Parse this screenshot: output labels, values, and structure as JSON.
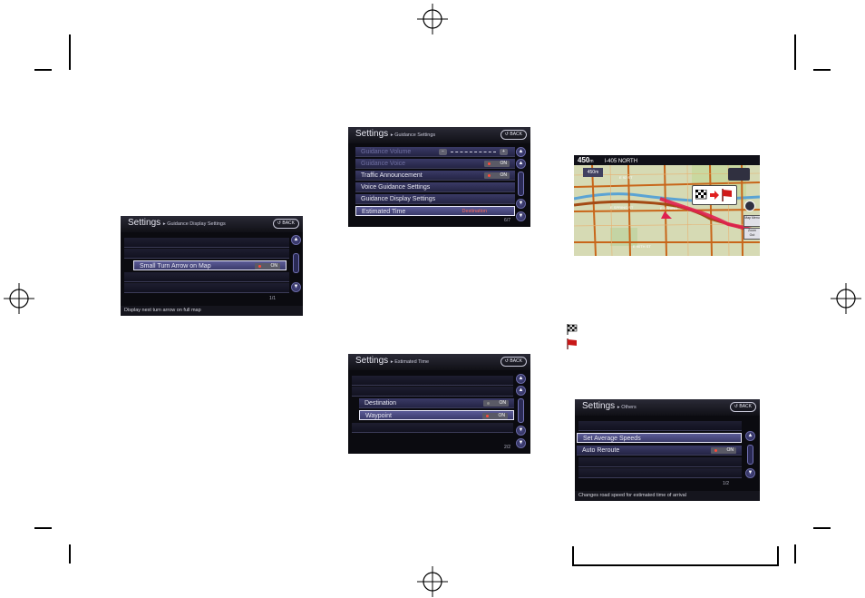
{
  "screen1": {
    "title": "Settings",
    "subtitle": "Guidance Display Settings",
    "back_label": "BACK",
    "items": [
      {
        "label": "Small Turn Arrow on Map",
        "state": "ON"
      }
    ],
    "page": "1/1",
    "footer": "Display next turn arrow on full map"
  },
  "screen2": {
    "title": "Settings",
    "subtitle": "Guidance Settings",
    "back_label": "BACK",
    "items": [
      {
        "label": "Guidance Volume",
        "state": ""
      },
      {
        "label": "Guidance Voice",
        "state": "ON"
      },
      {
        "label": "Traffic Announcement",
        "state": "ON"
      },
      {
        "label": "Voice Guidance Settings",
        "state": ""
      },
      {
        "label": "Guidance Display Settings",
        "state": ""
      },
      {
        "label": "Estimated Time",
        "state": "Destination"
      }
    ],
    "page": "6/7"
  },
  "screen3": {
    "title": "Settings",
    "subtitle": "Estimated Time",
    "back_label": "BACK",
    "items": [
      {
        "label": "Destination",
        "state": "ON"
      },
      {
        "label": "Waypoint",
        "state": "ON"
      }
    ],
    "page": "2/2"
  },
  "map": {
    "distance": "450",
    "distance_unit": "m",
    "road_name": "I-405 NORTH",
    "distance_box": "450m",
    "streets": [
      "E 92 ST",
      "E SPRING ST",
      "E SPRING",
      "E 90TH ST"
    ],
    "buttons": [
      "Map Menu",
      "Zoom",
      "Out"
    ],
    "colors": {
      "route": "#e02050",
      "road": "#c8661a",
      "water": "#5aa3d4"
    }
  },
  "screen4": {
    "title": "Settings",
    "subtitle": "Others",
    "back_label": "BACK",
    "items": [
      {
        "label": "Set Average Speeds",
        "state": ""
      },
      {
        "label": "Auto Reroute",
        "state": "ON"
      }
    ],
    "page": "1/2",
    "footer": "Changes road speed for estimated time of arrival"
  },
  "icons": [
    "checkered-flag-icon",
    "red-flag-icon"
  ]
}
